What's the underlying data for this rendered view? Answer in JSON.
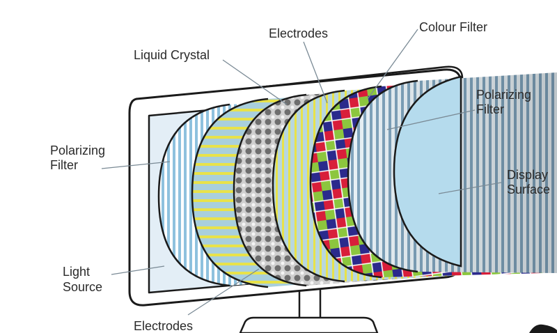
{
  "diagram": {
    "labels": {
      "liquid_crystal": "Liquid Crystal",
      "electrodes_top": "Electrodes",
      "colour_filter": "Colour Filter",
      "polarizing_filter_right_1": "Polarizing",
      "polarizing_filter_right_2": "Filter",
      "polarizing_filter_left_1": "Polarizing",
      "polarizing_filter_left_2": "Filter",
      "display_surface_1": "Display",
      "display_surface_2": "Surface",
      "light_source_1": "Light",
      "light_source_2": "Source",
      "electrodes_bottom": "Electrodes"
    },
    "colors": {
      "outline": "#1a1a1a",
      "backlight": "#e3eef6",
      "polarizer_blue": "#8ec1de",
      "electrode_yellow": "#e8e24a",
      "electrode_base": "#a9cfdc",
      "pixel_red": "#d81e3a",
      "pixel_green": "#8cc63e",
      "pixel_blue": "#2b2a8c",
      "display_surface": "#b5dbed",
      "leader_line": "#7a8a95"
    }
  }
}
